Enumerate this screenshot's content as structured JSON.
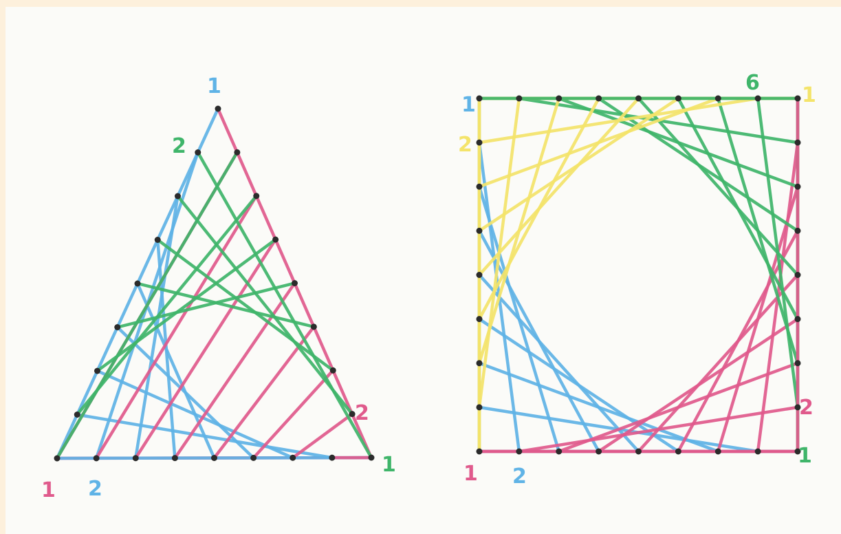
{
  "colors": {
    "background": "#fdf0dc",
    "paper": "#fbfbf8",
    "pink": "#e05a8c",
    "blue": "#5fb3e6",
    "green": "#3fb56a",
    "yellow": "#f4e46a",
    "nail": "#2b2b2b"
  },
  "triangle": {
    "labels": {
      "apex": "1",
      "left_second": "2",
      "bottom_left": "1",
      "bottom_second": "2",
      "right_pink_end": "2",
      "bottom_right": "1"
    }
  },
  "square": {
    "labels": {
      "top_left": "1",
      "left_second": "2",
      "top_green": "6",
      "top_right": "1",
      "right_second": "2",
      "bottom_right": "1",
      "bottom_left": "1",
      "bottom_second": "2"
    }
  }
}
